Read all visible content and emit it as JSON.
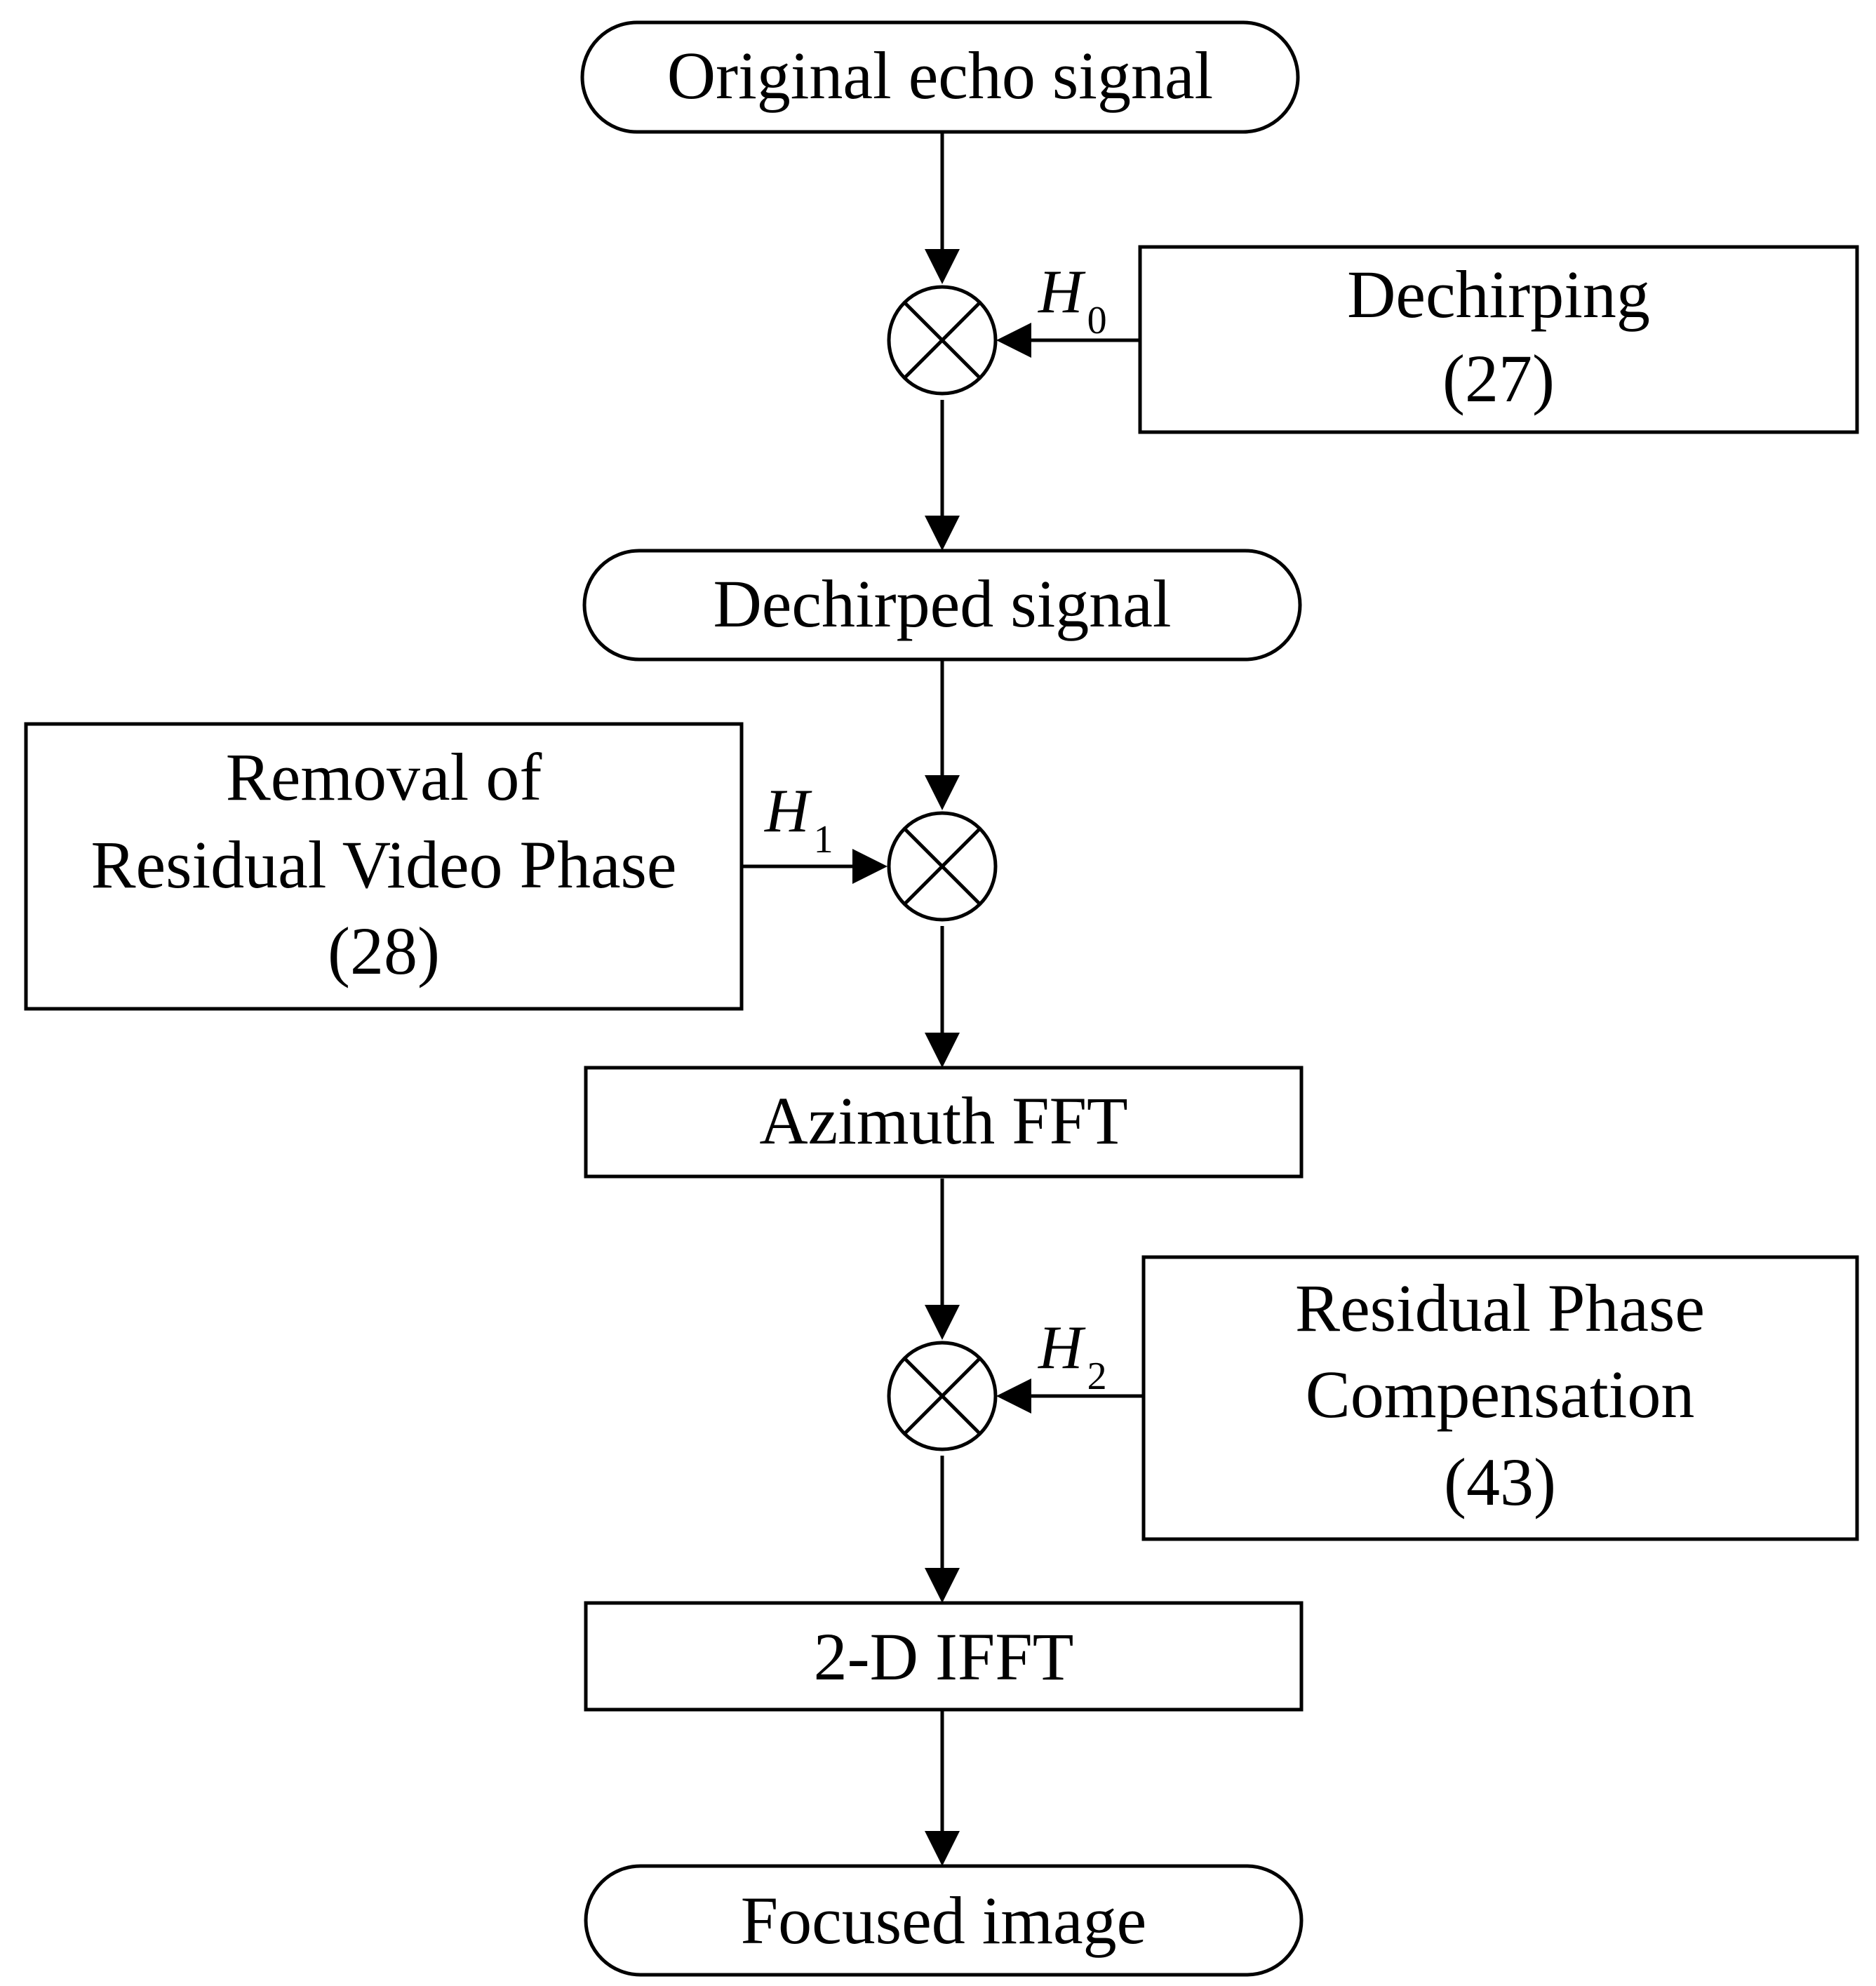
{
  "nodes": {
    "original_echo": "Original echo signal",
    "dechirping_title": "Dechirping",
    "dechirping_eq": "(27)",
    "dechirped_signal": "Dechirped signal",
    "rvp_line1": "Removal of",
    "rvp_line2": "Residual Video Phase",
    "rvp_eq": "(28)",
    "azimuth_fft": "Azimuth FFT",
    "rpc_line1": "Residual Phase",
    "rpc_line2": "Compensation",
    "rpc_eq": "(43)",
    "ifft_2d": "2-D IFFT",
    "focused_image": "Focused image"
  },
  "filters": {
    "h0": {
      "symbol": "H",
      "subscript": "0"
    },
    "h1": {
      "symbol": "H",
      "subscript": "1"
    },
    "h2": {
      "symbol": "H",
      "subscript": "2"
    }
  }
}
